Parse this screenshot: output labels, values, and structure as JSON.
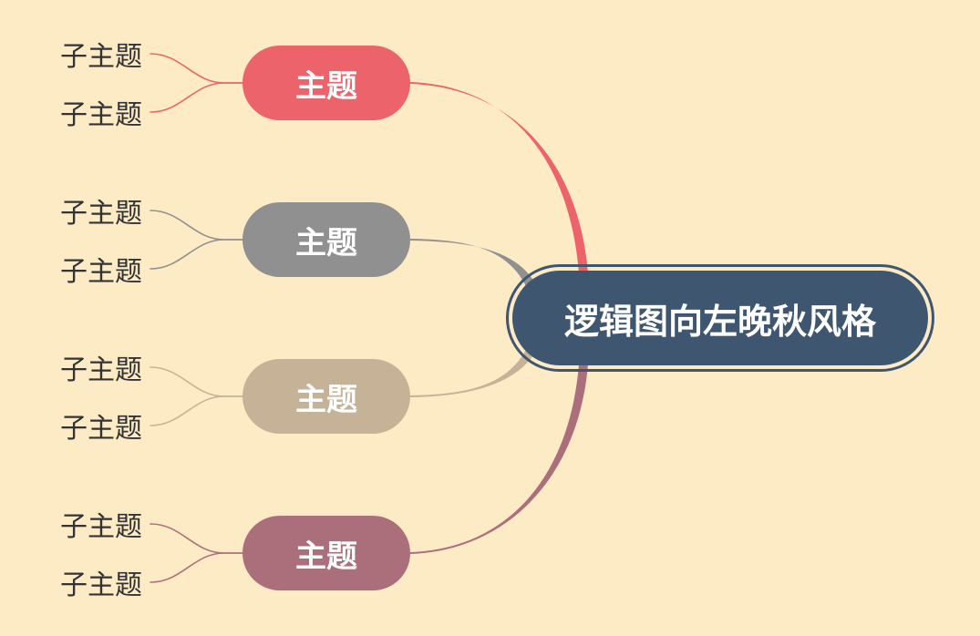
{
  "central_topic": {
    "label": "逻辑图向左晚秋风格",
    "color": "#3F5670"
  },
  "branches": [
    {
      "label": "主题",
      "color": "#EC636B",
      "subtopics": [
        "子主题",
        "子主题"
      ]
    },
    {
      "label": "主题",
      "color": "#909090",
      "subtopics": [
        "子主题",
        "子主题"
      ]
    },
    {
      "label": "主题",
      "color": "#C6B397",
      "subtopics": [
        "子主题",
        "子主题"
      ]
    },
    {
      "label": "主题",
      "color": "#AB6F7C",
      "subtopics": [
        "子主题",
        "子主题"
      ]
    }
  ]
}
